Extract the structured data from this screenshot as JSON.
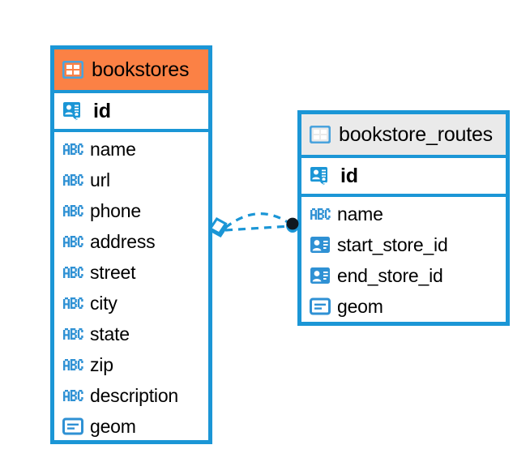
{
  "diagram": {
    "type": "entity-relationship-diagram",
    "background_color": "#ffffff",
    "accent_color": "#1b96d6",
    "highlight_color": "#fb8145",
    "header_gray": "#eaeaea"
  },
  "entities": [
    {
      "id": "bookstores",
      "name": "bookstores",
      "header_icon": "table-icon",
      "header_color": "#fb8145",
      "highlighted": true,
      "primary_key": {
        "name": "id",
        "icon": "primary-key-icon"
      },
      "fields": [
        {
          "name": "name",
          "icon": "abc-text-icon"
        },
        {
          "name": "url",
          "icon": "abc-text-icon"
        },
        {
          "name": "phone",
          "icon": "abc-text-icon"
        },
        {
          "name": "address",
          "icon": "abc-text-icon"
        },
        {
          "name": "street",
          "icon": "abc-text-icon"
        },
        {
          "name": "city",
          "icon": "abc-text-icon"
        },
        {
          "name": "state",
          "icon": "abc-text-icon"
        },
        {
          "name": "zip",
          "icon": "abc-text-icon"
        },
        {
          "name": "description",
          "icon": "abc-text-icon"
        },
        {
          "name": "geom",
          "icon": "geometry-icon"
        }
      ]
    },
    {
      "id": "bookstore_routes",
      "name": "bookstore_routes",
      "header_icon": "table-icon",
      "header_color": "#eaeaea",
      "highlighted": false,
      "primary_key": {
        "name": "id",
        "icon": "primary-key-icon"
      },
      "fields": [
        {
          "name": "name",
          "icon": "abc-text-icon"
        },
        {
          "name": "start_store_id",
          "icon": "foreign-key-icon"
        },
        {
          "name": "end_store_id",
          "icon": "foreign-key-icon"
        },
        {
          "name": "geom",
          "icon": "geometry-icon"
        }
      ]
    }
  ],
  "relationships": [
    {
      "from": "bookstores",
      "to": "bookstore_routes",
      "line_style": "dashed",
      "line_color": "#1b96d6",
      "source_marker": "diamond-marker",
      "target_marker": "filled-circle-marker",
      "target_marker_color": "#101820",
      "connector_count": 2
    }
  ]
}
